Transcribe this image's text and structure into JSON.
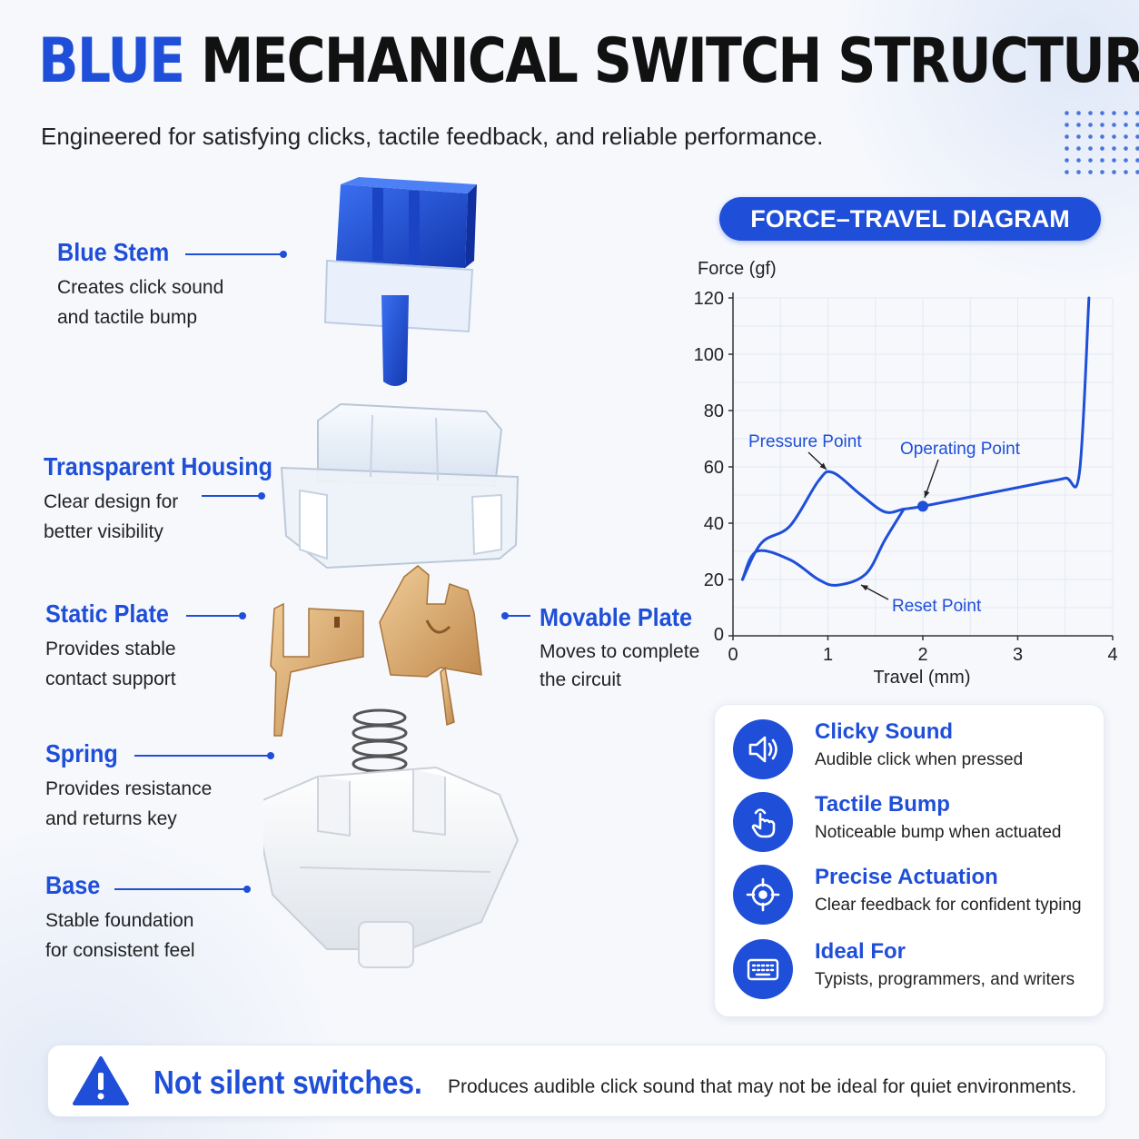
{
  "header": {
    "title_accent": "BLUE",
    "title_rest": "MECHANICAL SWITCH STRUCTURE",
    "subtitle": "Engineered for satisfying clicks, tactile feedback, and reliable performance."
  },
  "parts": [
    {
      "name": "Blue Stem",
      "desc1": "Creates click sound",
      "desc2": "and tactile bump"
    },
    {
      "name": "Transparent Housing",
      "desc1": "Clear design for",
      "desc2": "better visibility"
    },
    {
      "name": "Static Plate",
      "desc1": "Provides stable",
      "desc2": "contact support"
    },
    {
      "name": "Movable Plate",
      "desc1": "Moves to complete",
      "desc2": "the circuit"
    },
    {
      "name": "Spring",
      "desc1": "Provides resistance",
      "desc2": "and returns key"
    },
    {
      "name": "Base",
      "desc1": "Stable foundation",
      "desc2": "for consistent feel"
    }
  ],
  "graph": {
    "pill": "FORCE–TRAVEL DIAGRAM",
    "ylabel": "Force (gf)",
    "xlabel": "Travel (mm)",
    "yticks": [
      "0",
      "20",
      "40",
      "60",
      "80",
      "100",
      "120"
    ],
    "xticks": [
      "0",
      "1",
      "2",
      "3",
      "4"
    ],
    "annotations": {
      "pressure": "Pressure Point",
      "operating": "Operating Point",
      "reset": "Reset Point"
    }
  },
  "chart_data": {
    "type": "line",
    "xlabel": "Travel (mm)",
    "ylabel": "Force (gf)",
    "xlim": [
      0,
      4
    ],
    "ylim": [
      0,
      120
    ],
    "grid": true,
    "series": [
      {
        "x": [
          0.1,
          0.3,
          0.6,
          0.9,
          1.05,
          1.35,
          1.6,
          1.8,
          2.0,
          2.6,
          3.2,
          3.5,
          3.65,
          3.75
        ],
        "y": [
          20,
          33,
          39,
          55,
          58,
          50,
          44,
          45,
          46,
          50,
          54,
          56,
          58,
          120
        ]
      },
      {
        "x": [
          0.1,
          0.25,
          0.6,
          0.9,
          1.1,
          1.4,
          1.6,
          1.8
        ],
        "y": [
          20,
          30,
          27,
          20,
          18,
          22,
          34,
          45
        ]
      }
    ],
    "markers": [
      {
        "label": "Operating Point",
        "x": 2.0,
        "y": 46
      }
    ]
  },
  "features": [
    {
      "title": "Clicky Sound",
      "desc": "Audible click when pressed",
      "icon": "speaker-icon"
    },
    {
      "title": "Tactile Bump",
      "desc": "Noticeable bump when actuated",
      "icon": "finger-tap-icon"
    },
    {
      "title": "Precise Actuation",
      "desc": "Clear feedback for confident typing",
      "icon": "crosshair-icon"
    },
    {
      "title": "Ideal For",
      "desc": "Typists, programmers, and writers",
      "icon": "keyboard-icon"
    }
  ],
  "warning": {
    "title": "Not silent switches.",
    "desc": "Produces audible click sound that may not be ideal for quiet environments.",
    "icon": "warning-icon"
  },
  "colors": {
    "accent": "#1f4fd8",
    "gold": "#d9a86c"
  }
}
